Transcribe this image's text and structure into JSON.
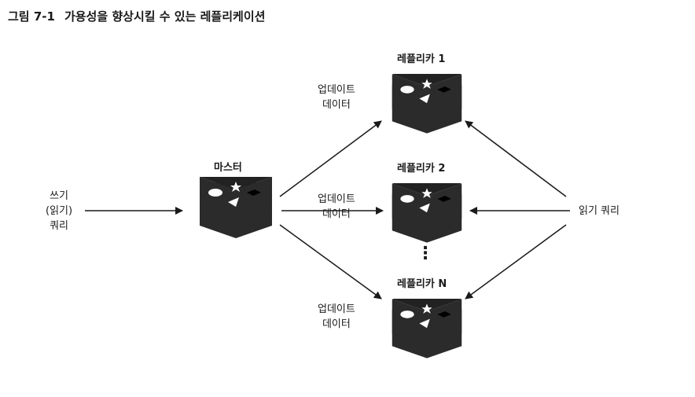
{
  "caption": {
    "figure_number": "그림 7-1",
    "title": "가용성을 향상시킬 수 있는 레플리케이션"
  },
  "master": {
    "label": "마스터"
  },
  "replicas": [
    {
      "label": "레플리카 1"
    },
    {
      "label": "레플리카 2"
    },
    {
      "label": "레플리카 N"
    }
  ],
  "write_query": {
    "line1": "쓰기",
    "line2": "(읽기)",
    "line3": "쿼리"
  },
  "read_query": {
    "label": "읽기 쿼리"
  },
  "update_data": {
    "line1": "업데이트",
    "line2": "데이터"
  },
  "ellipsis": "⋮"
}
